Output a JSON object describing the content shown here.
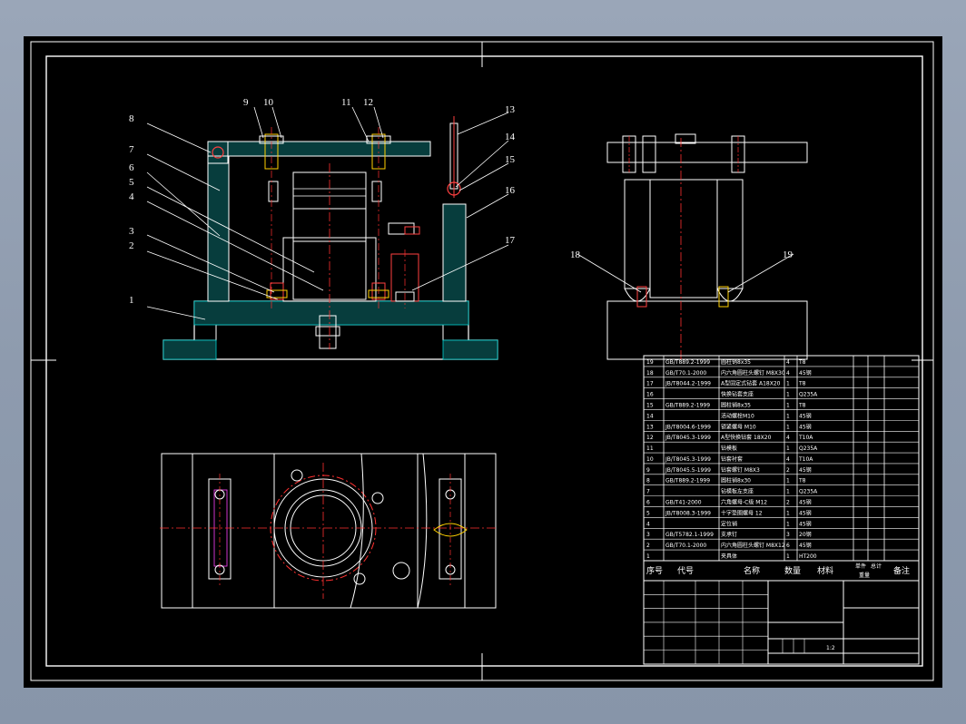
{
  "drawing": {
    "front_view_callouts": [
      "1",
      "2",
      "3",
      "4",
      "5",
      "6",
      "7",
      "8",
      "9",
      "10",
      "11",
      "12",
      "13",
      "14",
      "15",
      "16",
      "17"
    ],
    "side_view_callouts": [
      "18",
      "19"
    ],
    "scale": "1:2"
  },
  "bom": {
    "rows": [
      {
        "no": "19",
        "code": "GB/T889.2-1999",
        "name": "圆柱销8x35",
        "qty": "4",
        "mat": "T8"
      },
      {
        "no": "18",
        "code": "GB/T70.1-2000",
        "name": "内六角圆柱头螺钉 M8X30",
        "qty": "4",
        "mat": "45钢"
      },
      {
        "no": "17",
        "code": "JB/T8044.2-1999",
        "name": "A型固定式钻套 A18X20",
        "qty": "1",
        "mat": "T8"
      },
      {
        "no": "16",
        "code": "",
        "name": "快换钻套支座",
        "qty": "1",
        "mat": "Q235A"
      },
      {
        "no": "15",
        "code": "GB/T889.2-1999",
        "name": "圆柱销8x35",
        "qty": "1",
        "mat": "T8"
      },
      {
        "no": "14",
        "code": "",
        "name": "活动螺栓M10",
        "qty": "1",
        "mat": "45钢"
      },
      {
        "no": "13",
        "code": "JB/T8004.6-1999",
        "name": "锁紧螺母 M10",
        "qty": "1",
        "mat": "45钢"
      },
      {
        "no": "12",
        "code": "JB/T8045.3-1999",
        "name": "A型快换钻套 18X20",
        "qty": "4",
        "mat": "T10A"
      },
      {
        "no": "11",
        "code": "",
        "name": "钻模板",
        "qty": "1",
        "mat": "Q235A"
      },
      {
        "no": "10",
        "code": "JB/T8045.3-1999",
        "name": "钻套衬套",
        "qty": "4",
        "mat": "T10A"
      },
      {
        "no": "9",
        "code": "JB/T8045.5-1999",
        "name": "钻套螺钉 M8X3",
        "qty": "2",
        "mat": "45钢"
      },
      {
        "no": "8",
        "code": "GB/T889.2-1999",
        "name": "圆柱销8x30",
        "qty": "1",
        "mat": "T8"
      },
      {
        "no": "7",
        "code": "",
        "name": "钻模板左支座",
        "qty": "1",
        "mat": "Q235A"
      },
      {
        "no": "6",
        "code": "GB/T41-2000",
        "name": "六角螺母-C级 M12",
        "qty": "2",
        "mat": "45钢"
      },
      {
        "no": "5",
        "code": "JB/T8008.3-1999",
        "name": "十字垫圈螺母 12",
        "qty": "1",
        "mat": "45钢"
      },
      {
        "no": "4",
        "code": "",
        "name": "定位销",
        "qty": "1",
        "mat": "45钢"
      },
      {
        "no": "3",
        "code": "GB/T5782.1-1999",
        "name": "支承钉",
        "qty": "3",
        "mat": "20钢"
      },
      {
        "no": "2",
        "code": "GB/T70.1-2000",
        "name": "内六角圆柱头螺钉 M8X12",
        "qty": "6",
        "mat": "45钢"
      },
      {
        "no": "1",
        "code": "",
        "name": "夹具体",
        "qty": "1",
        "mat": "HT200"
      }
    ],
    "header": {
      "no": "序号",
      "code": "代号",
      "name": "名称",
      "qty": "数量",
      "mat": "材料",
      "unit": "单件",
      "total": "总计",
      "weight": "重量",
      "note": "备注"
    }
  }
}
